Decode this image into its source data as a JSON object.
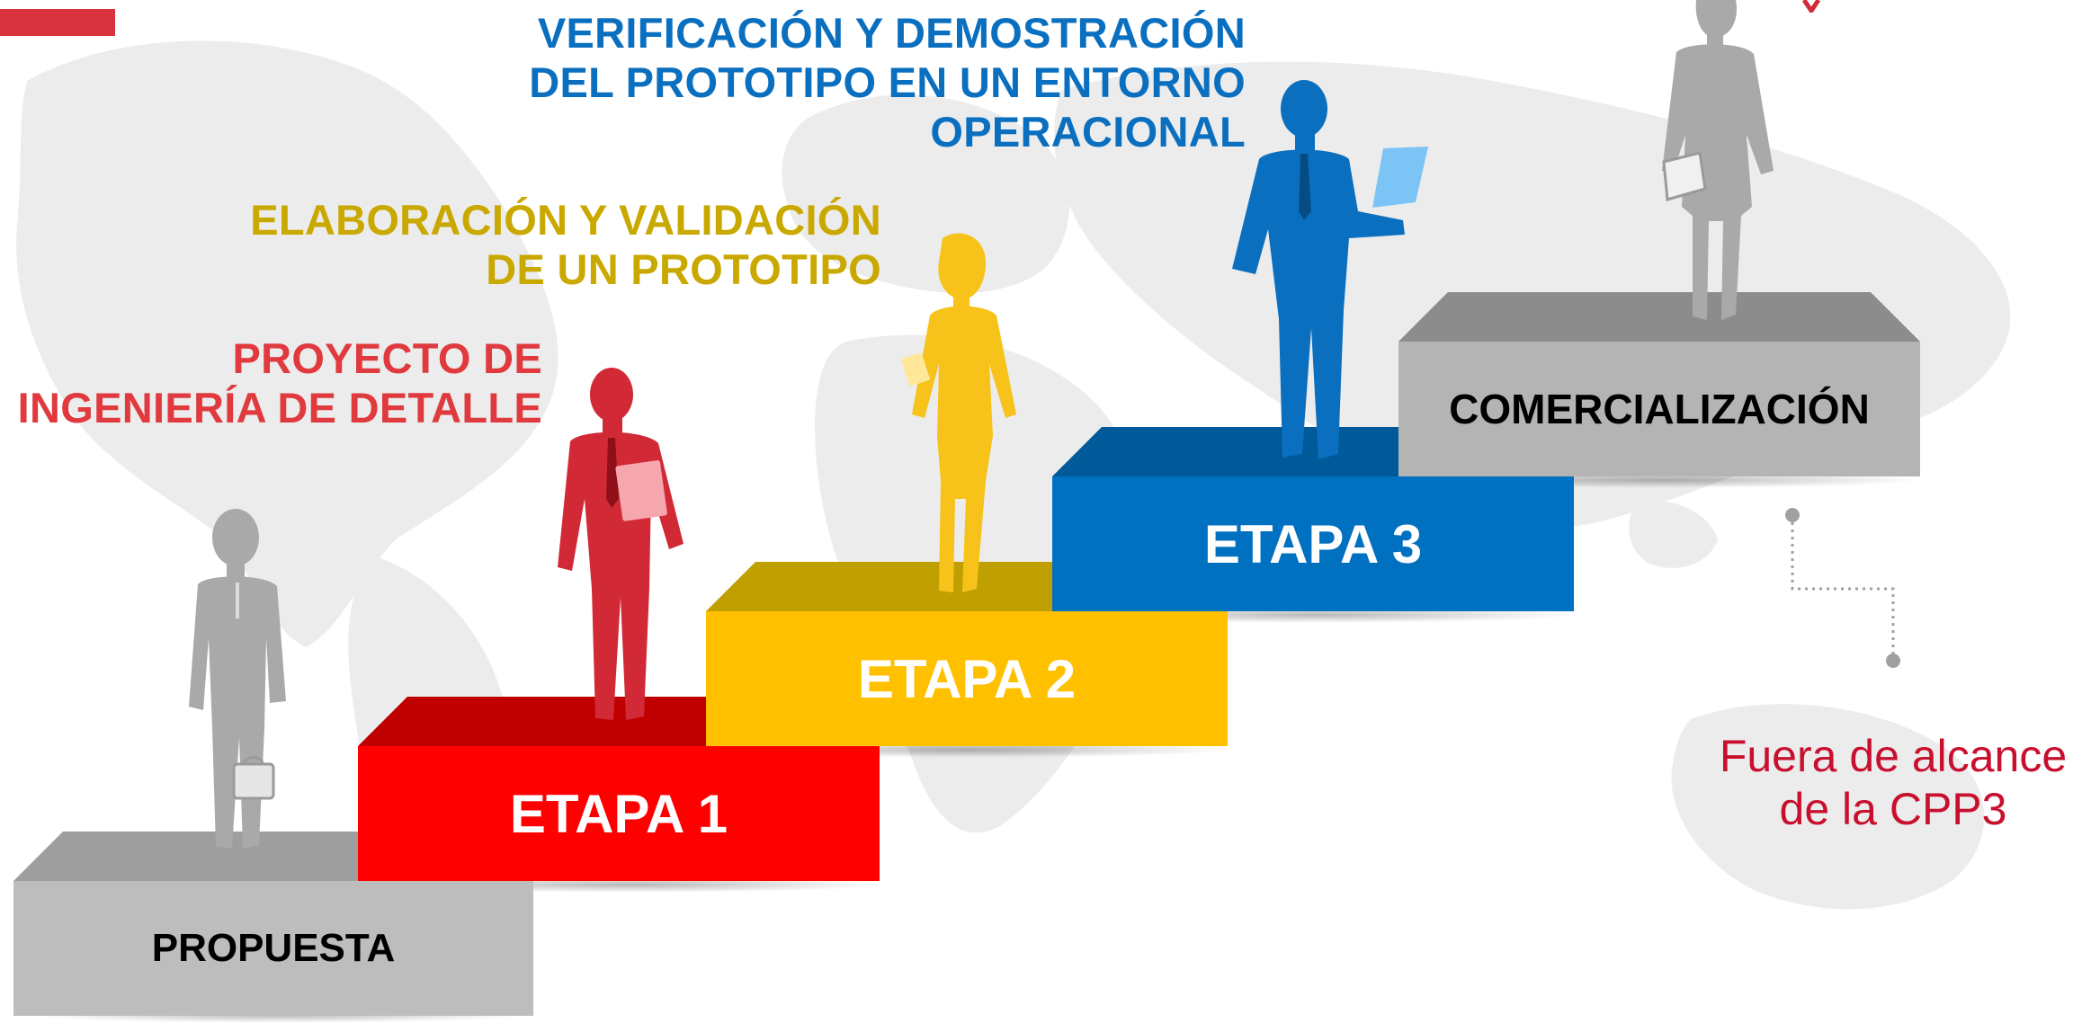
{
  "colors": {
    "accent_red_bar": "#d9323f",
    "propuesta": "#bdbdbd",
    "etapa1": "#ff0000",
    "etapa2": "#ffc000",
    "etapa3": "#0070c0",
    "comercializacion": "#b4b4b4",
    "label_etapa1": "#e03a3e",
    "label_etapa2": "#c9a800",
    "label_etapa3": "#0b6fbf",
    "note": "#c8102e"
  },
  "stage_labels": {
    "etapa1": [
      "PROYECTO DE",
      "INGENIERÍA DE DETALLE"
    ],
    "etapa2": [
      "ELABORACIÓN Y VALIDACIÓN",
      "DE UN PROTOTIPO"
    ],
    "etapa3": [
      "VERIFICACIÓN Y DEMOSTRACIÓN",
      "DEL PROTOTIPO EN UN ENTORNO",
      "OPERACIONAL"
    ]
  },
  "steps": {
    "propuesta": "PROPUESTA",
    "etapa1": "ETAPA 1",
    "etapa2": "ETAPA 2",
    "etapa3": "ETAPA 3",
    "comercializacion": "COMERCIALIZACIÓN"
  },
  "note": [
    "Fuera de alcance",
    "de la CPP3"
  ],
  "figures": {
    "propuesta": "businessman-briefcase-silhouette-icon",
    "etapa1": "businessman-folder-silhouette-icon",
    "etapa2": "businesswoman-document-silhouette-icon",
    "etapa3": "businessman-laptop-silhouette-icon",
    "comercializacion": "businesswoman-handbag-silhouette-icon"
  }
}
